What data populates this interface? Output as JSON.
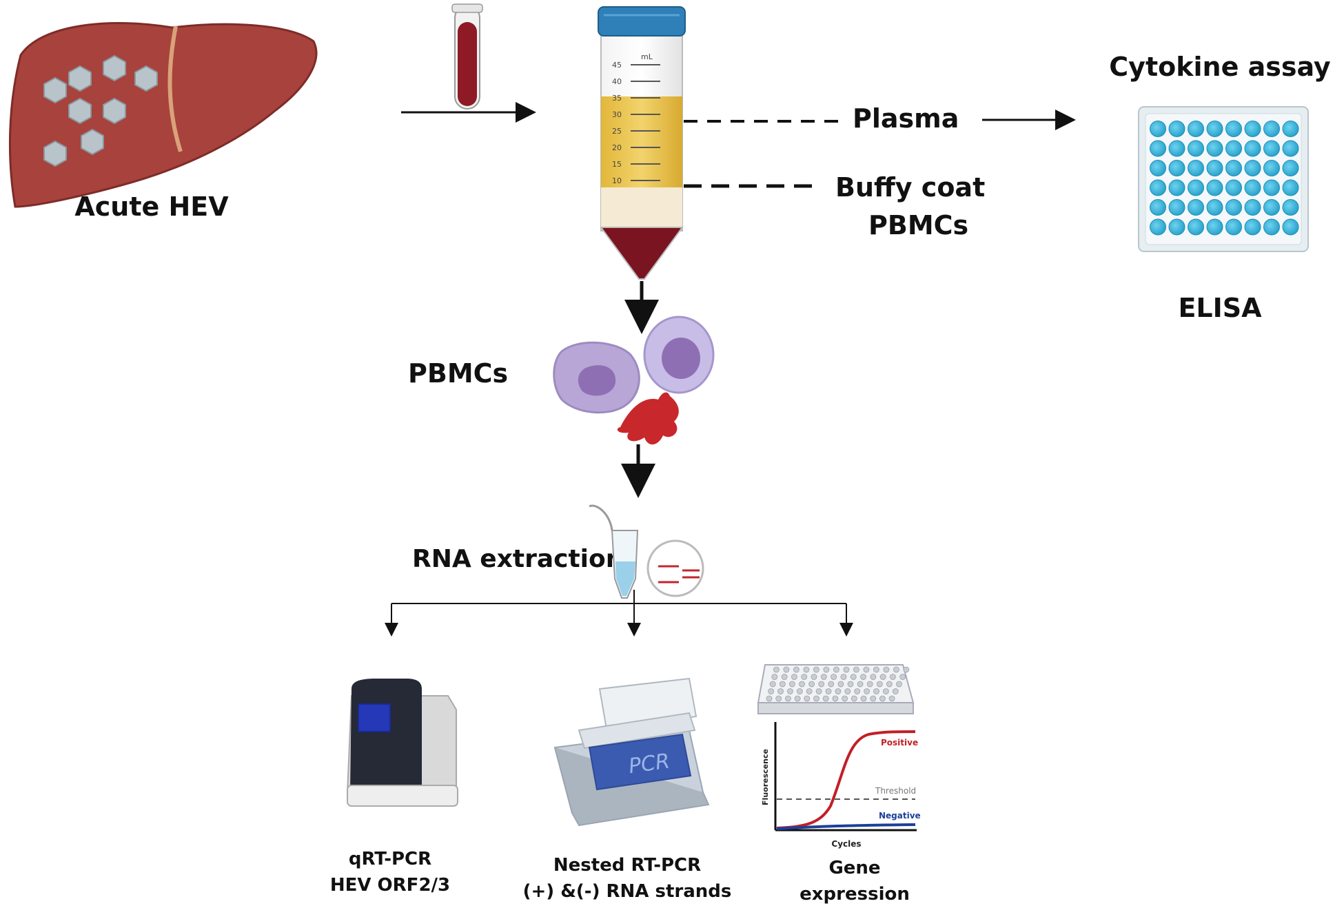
{
  "labels": {
    "acute_hev": "Acute HEV",
    "plasma": "Plasma",
    "buffy_coat": "Buffy coat",
    "buffy_pbmcs": "PBMCs",
    "cytokine_assay": "Cytokine assay",
    "elisa": "ELISA",
    "pbmcs": "PBMCs",
    "rna_extraction": "RNA extraction",
    "qrt_pcr_line1": "qRT-PCR",
    "qrt_pcr_line2": "HEV ORF2/3",
    "nested_line1": "Nested RT-PCR",
    "nested_line2": "(+) &(-) RNA strands",
    "gene_line1": "Gene",
    "gene_line2": "expression"
  },
  "tube_scale": {
    "unit": "mL",
    "ticks": [
      "45",
      "40",
      "35",
      "30",
      "25",
      "20",
      "15",
      "10"
    ]
  },
  "pcr_machine_text": "PCR",
  "qpcr_plot": {
    "x_label": "Cycles",
    "y_label": "Fluorescence",
    "positive": "Positive",
    "threshold": "Threshold",
    "negative": "Negative"
  },
  "colors": {
    "liver": "#a8423d",
    "plasma": "#e8c24a",
    "blood": "#7a1420",
    "cap": "#2f7fb8",
    "well": "#3bb3d8",
    "pbmc_purple": "#9a86c8",
    "platelet": "#c8282b"
  }
}
